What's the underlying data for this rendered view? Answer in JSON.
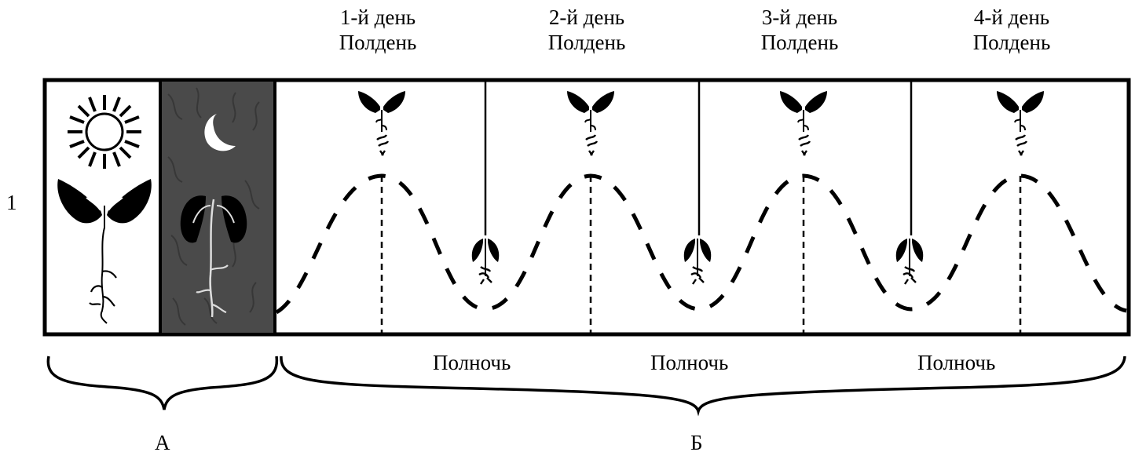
{
  "row_label": "1",
  "section_a_label": "А",
  "section_b_label": "Б",
  "days": [
    {
      "day": "1-й день",
      "time": "Полдень"
    },
    {
      "day": "2-й день",
      "time": "Полдень"
    },
    {
      "day": "3-й день",
      "time": "Полдень"
    },
    {
      "day": "4-й день",
      "time": "Полдень"
    }
  ],
  "midnights": [
    "Полночь",
    "Полночь",
    "Полночь"
  ],
  "panels": {
    "light": {
      "icon": "sun-icon",
      "plant": "plant-leaves-open-icon"
    },
    "dark": {
      "icon": "moon-icon",
      "plant": "plant-leaves-open-icon"
    }
  }
}
